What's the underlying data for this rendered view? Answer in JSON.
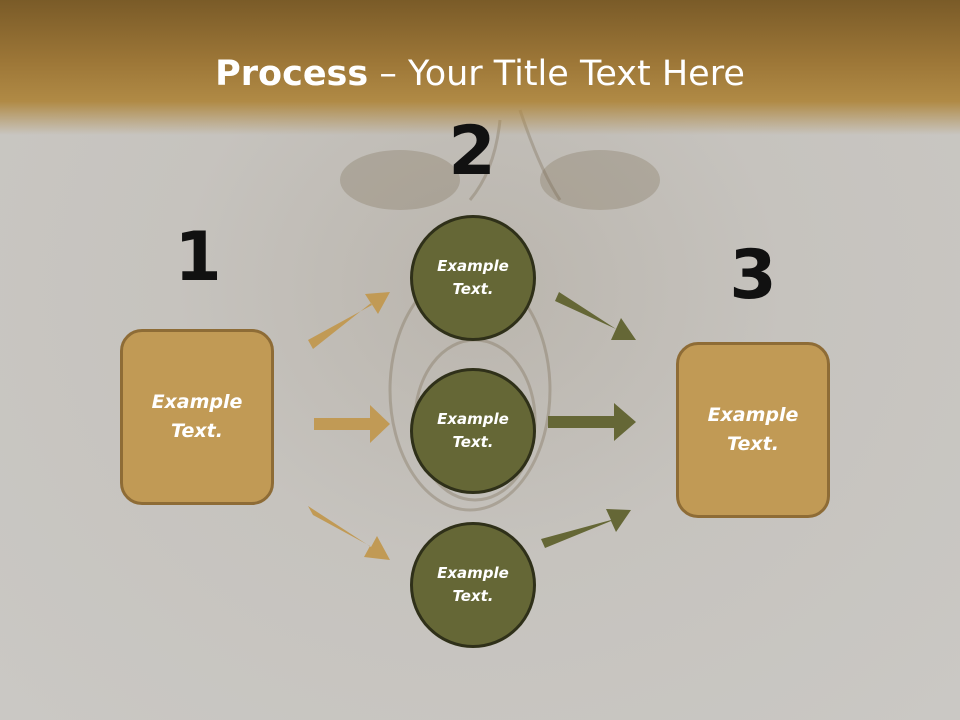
{
  "title": {
    "bold": "Process",
    "rest": " – Your Title Text Here"
  },
  "steps": [
    {
      "number": "1",
      "label": "Example\nText."
    },
    {
      "number": "2",
      "label": ""
    },
    {
      "number": "3",
      "label": "Example\nText."
    }
  ],
  "circles": [
    {
      "label": "Example\nText."
    },
    {
      "label": "Example\nText."
    },
    {
      "label": "Example\nText."
    }
  ],
  "colors": {
    "gold": "#c19a55",
    "olive": "#656736",
    "header": "#9c7637"
  }
}
